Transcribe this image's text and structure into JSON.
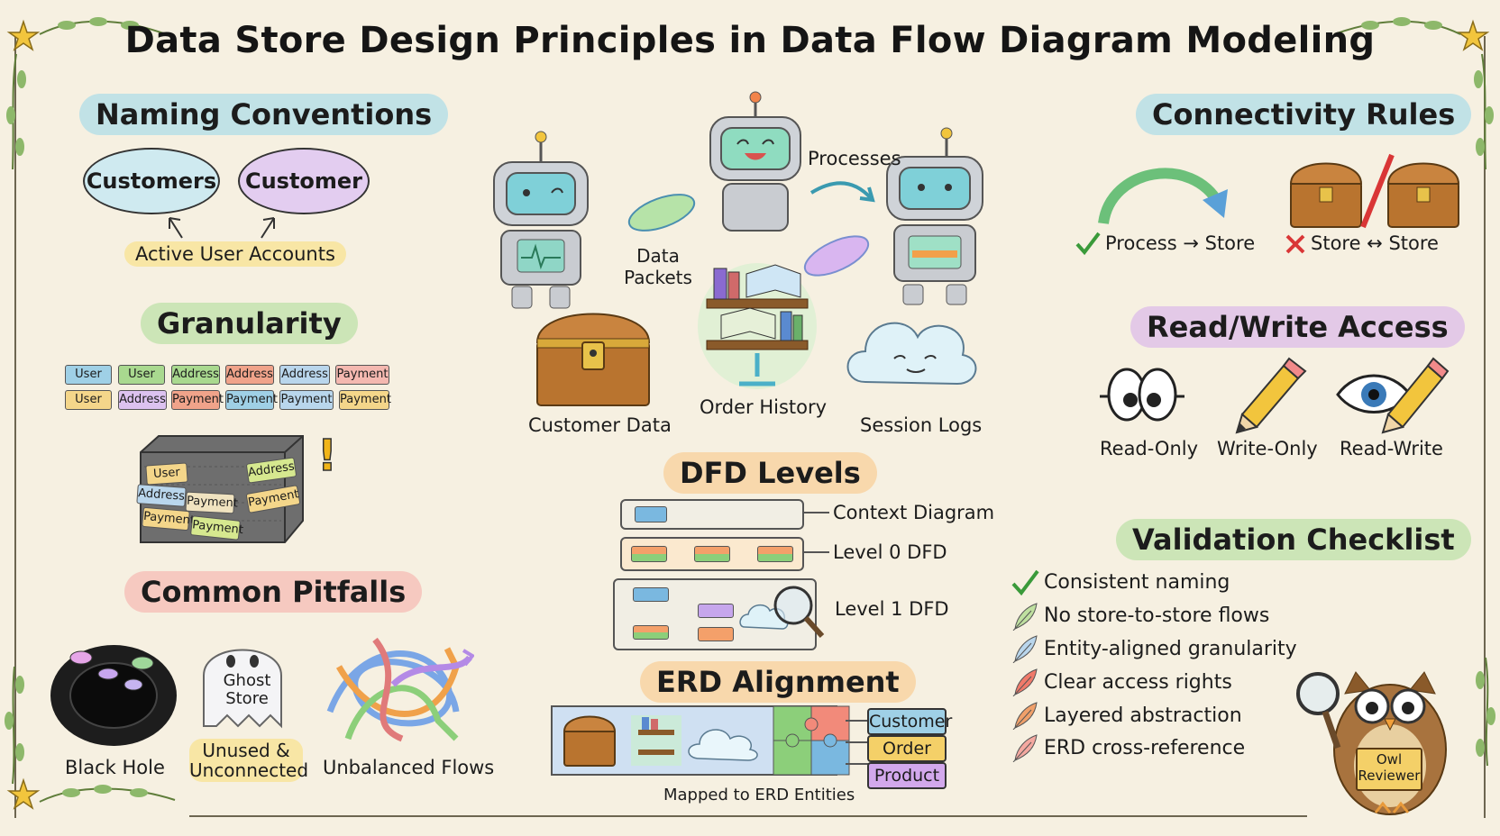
{
  "title": "Data Store Design Principles in Data Flow Diagram Modeling",
  "naming": {
    "heading": "Naming Conventions",
    "bubble_plural": "Customers",
    "bubble_singular": "Customer",
    "label": "Active User Accounts"
  },
  "granularity": {
    "heading": "Granularity",
    "row1": [
      "User",
      "User",
      "Address",
      "Address",
      "Address",
      "Payment"
    ],
    "row2": [
      "User",
      "Address",
      "Payment",
      "Payment",
      "Payment",
      "Payment"
    ],
    "box_chips": [
      "User",
      "Address",
      "Address",
      "Payment",
      "Payment",
      "Payment",
      "Payment"
    ],
    "alert": "!"
  },
  "pitfalls": {
    "heading": "Common Pitfalls",
    "black_hole": "Black Hole",
    "ghost_text": "Ghost Store",
    "ghost_caption": "Unused & Unconnected",
    "unbalanced": "Unbalanced Flows"
  },
  "robots": {
    "processes": "Processes",
    "data_packets": "Data Packets",
    "customer_data": "Customer Data",
    "order_history": "Order History",
    "session_logs": "Session Logs"
  },
  "dfd": {
    "heading": "DFD Levels",
    "levels": [
      "Context Diagram",
      "Level 0 DFD",
      "Level 1 DFD"
    ]
  },
  "erd": {
    "heading": "ERD Alignment",
    "entities": [
      "Customer",
      "Order",
      "Product"
    ],
    "caption": "Mapped to ERD Entities"
  },
  "connectivity": {
    "heading": "Connectivity Rules",
    "valid": "Process → Store",
    "invalid": "Store ↔ Store"
  },
  "access": {
    "heading": "Read/Write Access",
    "modes": [
      "Read-Only",
      "Write-Only",
      "Read-Write"
    ]
  },
  "validation": {
    "heading": "Validation Checklist",
    "items": [
      "Consistent naming",
      "No store-to-store flows",
      "Entity-aligned granularity",
      "Clear access rights",
      "Layered abstraction",
      "ERD cross-reference"
    ]
  },
  "owl": {
    "sign": "Owl Reviewer"
  },
  "colors": {
    "background": "#f6f0e1",
    "check_green": "#3a9a3a",
    "cross_red": "#d93636",
    "chest_brown": "#b9742f",
    "highlight_blue": "#96d7eb",
    "highlight_green": "#aadc96",
    "highlight_pink": "#f5aaa5",
    "highlight_orange": "#facd96",
    "highlight_purple": "#d7afeb"
  }
}
